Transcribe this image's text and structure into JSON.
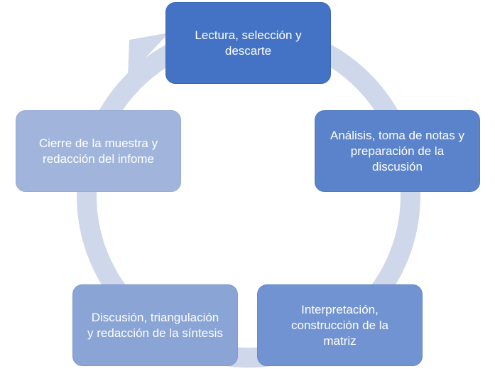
{
  "diagram": {
    "type": "cycle",
    "colors": {
      "step1": "#4472c4",
      "step2": "#5a83cb",
      "step3": "#7293d1",
      "step4": "#8aa4d6",
      "step5": "#a1b5dc",
      "arrow": "#cfd7ea"
    },
    "steps": [
      {
        "label": "Lectura, selección y\ndescarte"
      },
      {
        "label": "Análisis, toma de notas y\npreparación de la\ndiscusión"
      },
      {
        "label": "Interpretación,\nconstrucción de la\nmatriz"
      },
      {
        "label": "Discusión, triangulación\ny redacción de la síntesis"
      },
      {
        "label": "Cierre de la muestra y\nredacción del infome"
      }
    ]
  }
}
